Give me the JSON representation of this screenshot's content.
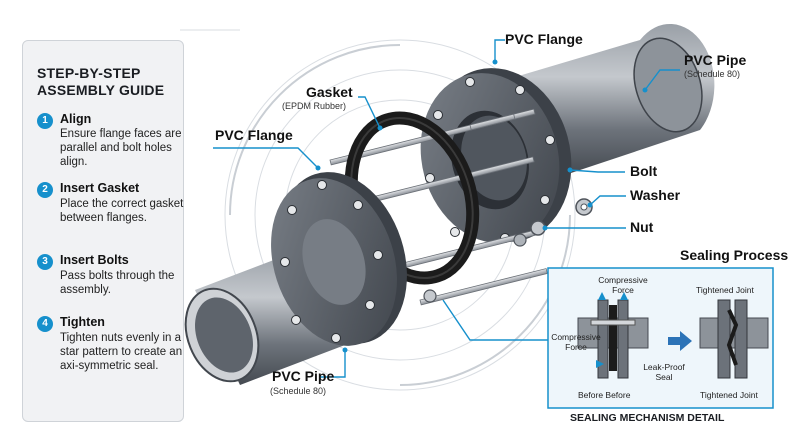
{
  "guide": {
    "title_line1": "STEP-BY-STEP",
    "title_line2": "ASSEMBLY GUIDE",
    "steps": [
      {
        "num": "1",
        "title": "Align",
        "desc": "Ensure flange faces are parallel and bolt holes align."
      },
      {
        "num": "2",
        "title": "Insert Gasket",
        "desc": "Place the correct gasket between flanges."
      },
      {
        "num": "3",
        "title": "Insert Bolts",
        "desc": "Pass bolts through the assembly."
      },
      {
        "num": "4",
        "title": "Tighten",
        "desc": "Tighten nuts evenly in a star pattern to create an axi-symmetric seal."
      }
    ]
  },
  "callouts": {
    "flange_top": "PVC Flange",
    "pipe_top": "PVC Pipe",
    "pipe_top_sub": "(Schedule 80)",
    "gasket": "Gasket",
    "gasket_sub": "(EPDM Rubber)",
    "flange_left": "PVC Flange",
    "bolt": "Bolt",
    "washer": "Washer",
    "nut": "Nut",
    "pipe_bottom": "PVC Pipe",
    "pipe_bottom_sub": "(Schedule 80)"
  },
  "sealing": {
    "title": "Sealing Process",
    "compressive_force_top": "Compressive Force",
    "compressive_force_left": "Compressive Force",
    "tightened_joint_top": "Tightened Joint",
    "leak_proof_seal": "Leak-Proof Seal",
    "before_before": "Before Before",
    "tightened_joint_bottom": "Tightened Joint",
    "detail_caption": "SEALING MECHANISM DETAIL"
  },
  "colors": {
    "accent": "#1690cc",
    "pvc_dark": "#4b5058",
    "pvc_mid": "#6f757d",
    "pvc_light": "#a9aeb4",
    "gasket": "#1b1b1b",
    "bolt": "#b9bdc2"
  }
}
